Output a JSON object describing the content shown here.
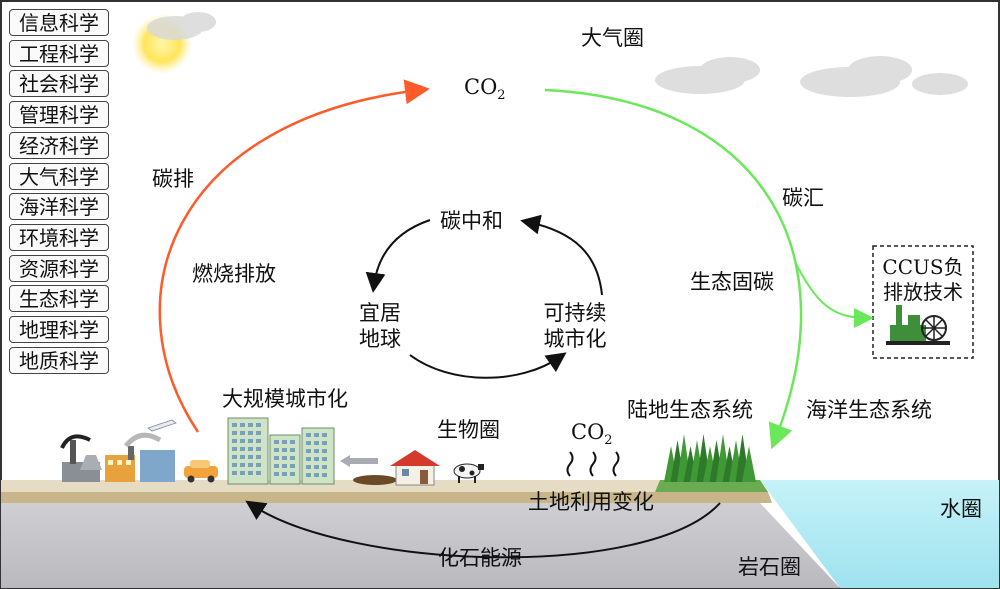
{
  "disciplines": [
    "信息科学",
    "工程科学",
    "社会科学",
    "管理科学",
    "经济科学",
    "大气科学",
    "海洋科学",
    "环境科学",
    "资源科学",
    "生态科学",
    "地理科学",
    "地质科学"
  ],
  "atmosphere": "大气圈",
  "co2_top": "CO",
  "co2_sub": "2",
  "carbon_emission": "碳排",
  "combustion": "燃烧排放",
  "carbon_sink": "碳汇",
  "eco_fixation": "生态固碳",
  "ccus_line1": "CCUS负",
  "ccus_line2": "排放技术",
  "neutrality": "碳中和",
  "livable_line1": "宜居",
  "livable_line2": "地球",
  "sustainable_line1": "可持续",
  "sustainable_line2": "城市化",
  "urbanization": "大规模城市化",
  "biosphere": "生物圈",
  "co2_ground": "CO",
  "co2_ground_sub": "2",
  "land_eco": "陆地生态系统",
  "ocean_eco": "海洋生态系统",
  "land_use": "土地利用变化",
  "hydrosphere": "水圈",
  "fossil": "化石能源",
  "lithosphere": "岩石圈",
  "colors": {
    "emission_arrow": "#ff5a2a",
    "sink_arrow": "#6ae85a",
    "ground": "#d7c7a2",
    "rock": "#c8c8cc",
    "water": "#bfeef6"
  }
}
